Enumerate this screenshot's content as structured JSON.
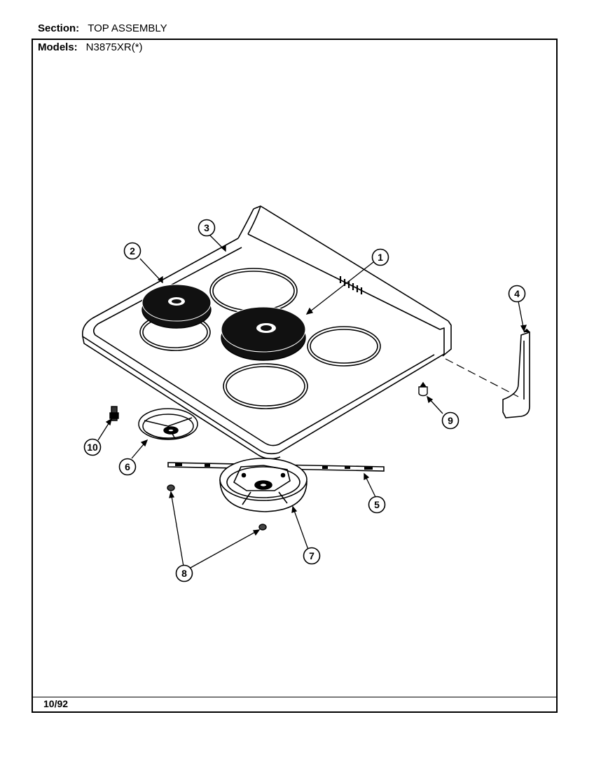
{
  "header": {
    "section_label": "Section:",
    "section_value": "TOP ASSEMBLY",
    "models_label": "Models:",
    "models_value": "N3875XR(*)"
  },
  "footer": {
    "date": "10/92"
  },
  "callouts": [
    "1",
    "2",
    "3",
    "4",
    "5",
    "6",
    "7",
    "8",
    "9",
    "10"
  ]
}
